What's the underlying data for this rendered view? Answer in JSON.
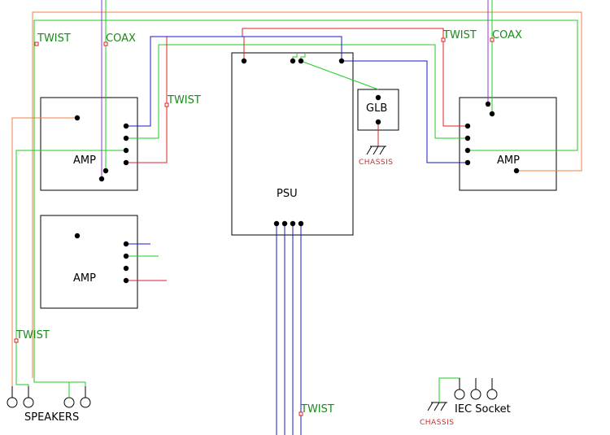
{
  "labels": {
    "amp_left_top": "AMP",
    "amp_left_bottom": "AMP",
    "amp_right": "AMP",
    "psu": "PSU",
    "glb": "GLB",
    "chassis_glb": "CHASSIS",
    "chassis_iec": "CHASSIS",
    "iec_socket": "IEC Socket",
    "speakers": "SPEAKERS",
    "twist_top_left": "TWIST",
    "coax_top_left": "COAX",
    "twist_mid_left": "TWIST",
    "twist_top_right": "TWIST",
    "coax_top_right": "COAX",
    "twist_speakers": "TWIST",
    "twist_psu_bottom": "TWIST"
  },
  "colors": {
    "background": "#ffffff",
    "outline": "#000000",
    "wire_red": "#e02020",
    "wire_green": "#22cc22",
    "wire_blue": "#1a1acc",
    "wire_purple": "#9933cc",
    "wire_orange": "#f08040",
    "label_green": "#1a8a1a",
    "label_chassis": "#c03030",
    "twist_marker": "#e02020"
  }
}
